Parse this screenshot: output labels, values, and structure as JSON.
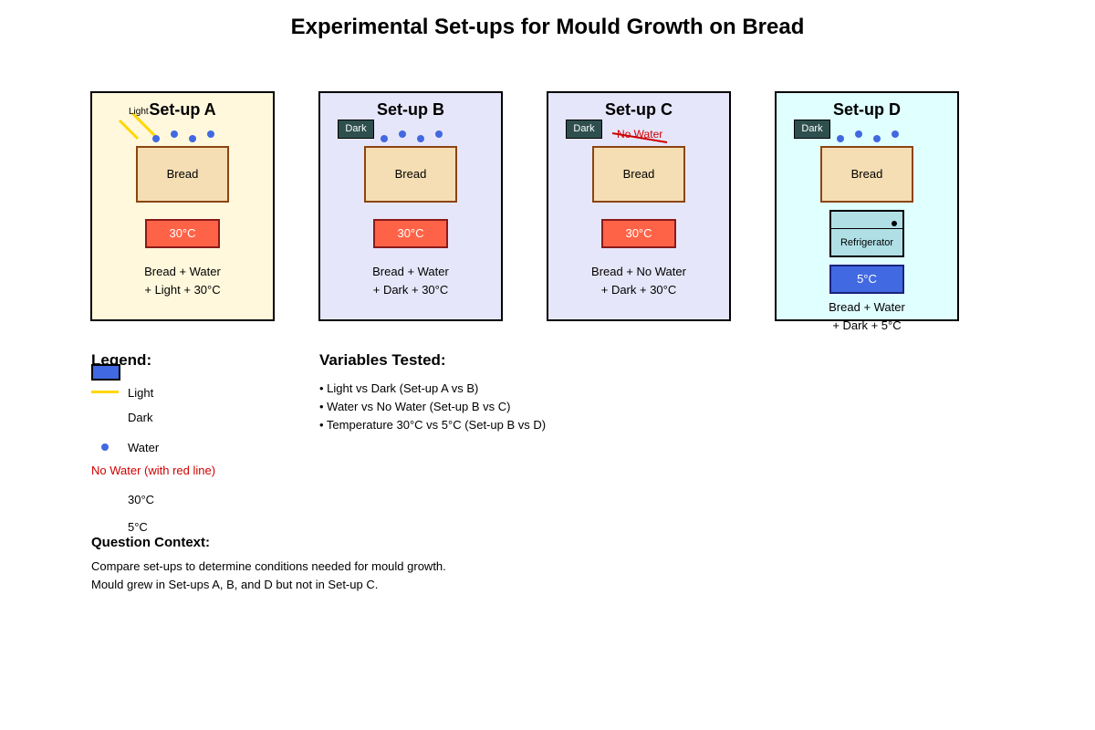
{
  "title": "Experimental Set-ups for Mould Growth on Bread",
  "panels": [
    {
      "title": "Set-up A",
      "light_label": "Light",
      "bread": "Bread",
      "temp": "30°C",
      "caption_line1": "Bread + Water",
      "caption_line2": "+ Light + 30°C",
      "background": "#fff8dc"
    },
    {
      "title": "Set-up B",
      "dark_label": "Dark",
      "bread": "Bread",
      "temp": "30°C",
      "caption_line1": "Bread + Water",
      "caption_line2": "+ Dark + 30°C",
      "background": "#e6e6fa"
    },
    {
      "title": "Set-up C",
      "dark_label": "Dark",
      "no_water_label": "No Water",
      "bread": "Bread",
      "temp": "30°C",
      "caption_line1": "Bread + No Water",
      "caption_line2": "+ Dark + 30°C",
      "background": "#e6e6fa"
    },
    {
      "title": "Set-up D",
      "dark_label": "Dark",
      "bread": "Bread",
      "fridge_label": "Refrigerator",
      "temp": "5°C",
      "caption_line1": "Bread + Water",
      "caption_line2": "+ Dark + 5°C",
      "background": "#e0ffff"
    }
  ],
  "legend": {
    "heading": "Legend:",
    "light": "Light",
    "dark": "Dark",
    "water": "Water",
    "no_water": "No Water (with red line)",
    "hot": "30°C",
    "cold": "5°C"
  },
  "variables": {
    "heading": "Variables Tested:",
    "items": [
      "• Light vs Dark (Set-up A vs B)",
      "• Water vs No Water (Set-up B vs C)",
      "• Temperature 30°C vs 5°C (Set-up B vs D)"
    ]
  },
  "context": {
    "heading": "Question Context:",
    "line1": "Compare set-ups to determine conditions needed for mould growth.",
    "line2": "Mould grew in Set-ups A, B, and D but not in Set-up C."
  },
  "colors": {
    "water": "#4169e1",
    "light": "#ffd700",
    "dark": "#2f4f4f",
    "bread": "#f5deb3",
    "hot": "#ff6347",
    "cold": "#4169e1",
    "no_water_line": "#d00000"
  }
}
